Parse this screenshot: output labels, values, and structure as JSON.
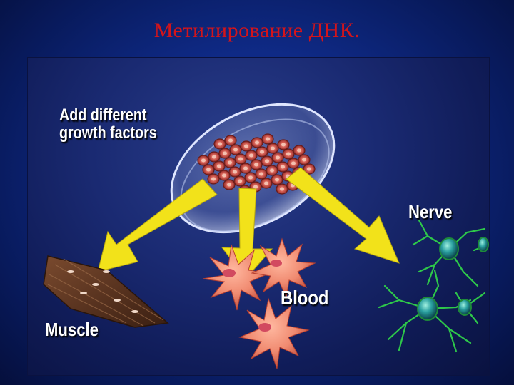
{
  "slide": {
    "title": "Метилирование ДНК."
  },
  "diagram": {
    "instruction_line1": "Add different",
    "instruction_line2": "growth factors",
    "targets": {
      "nerve": "Nerve",
      "blood": "Blood",
      "muscle": "Muscle"
    }
  },
  "colors": {
    "title": "#d4141a",
    "arrow": "#f2e21a",
    "background": "#0f2a86"
  }
}
